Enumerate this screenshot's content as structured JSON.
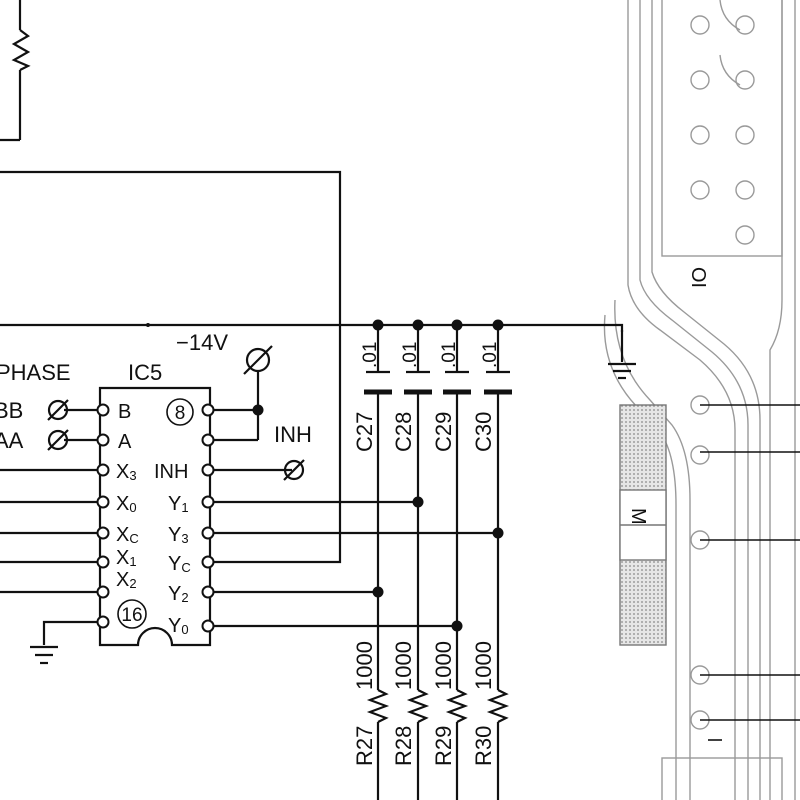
{
  "ic": {
    "name": "IC5",
    "pin_top": "8",
    "pin_bottom": "16",
    "left_pins": [
      "B",
      "A",
      "X3",
      "X0",
      "XC",
      "X1",
      "X2"
    ],
    "right_pins": [
      "INH",
      "Y1",
      "Y3",
      "YC",
      "Y2",
      "Y0"
    ]
  },
  "labels": {
    "phase": "PHASE",
    "bb": "BB",
    "aa": "AA",
    "neg14v": "−14V",
    "inh": "INH",
    "io": "IO",
    "m": "M"
  },
  "capacitors": [
    {
      "ref": "C27",
      "value": ".01"
    },
    {
      "ref": "C28",
      "value": ".01"
    },
    {
      "ref": "C29",
      "value": ".01"
    },
    {
      "ref": "C30",
      "value": ".01"
    }
  ],
  "resistors": [
    {
      "ref": "R27",
      "value": "1000"
    },
    {
      "ref": "R28",
      "value": "1000"
    },
    {
      "ref": "R29",
      "value": "1000"
    },
    {
      "ref": "R30",
      "value": "1000"
    }
  ],
  "colors": {
    "ink": "#111111",
    "pcb_trace": "#9a9a9a"
  }
}
